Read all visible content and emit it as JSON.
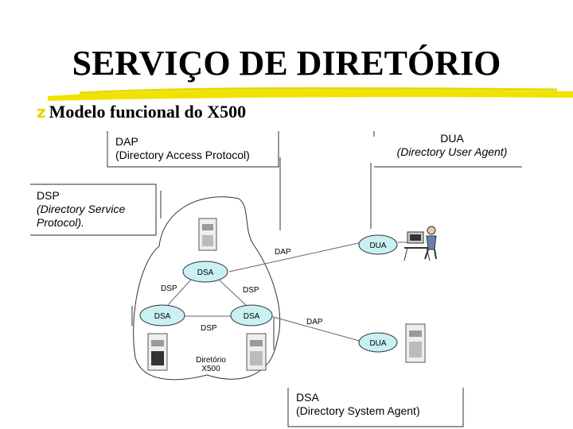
{
  "slide": {
    "title": "SERVIÇO DE DIRETÓRIO",
    "bullet": "Modelo funcional do X500"
  },
  "callouts": {
    "dap": {
      "name": "DAP",
      "full": "(Directory Access Protocol)"
    },
    "dsp": {
      "name": "DSP",
      "full_line1": "(Directory Service",
      "full_line2": "Protocol)."
    },
    "dua": {
      "name": "DUA",
      "full": "(Directory User Agent)"
    },
    "dsa": {
      "name": "DSA",
      "full": "(Directory System Agent)"
    }
  },
  "nodes": {
    "dsa_top": "DSA",
    "dsa_left": "DSA",
    "dsa_right": "DSA",
    "dua_top": "DUA",
    "dua_bottom": "DUA"
  },
  "link_labels": {
    "dap_upper": "DAP",
    "dap_lower": "DAP",
    "dsp_left": "DSP",
    "dsp_right": "DSP",
    "dsp_middle": "DSP"
  },
  "directory_label": {
    "line1": "Diretório",
    "line2": "X500"
  },
  "colors": {
    "node_fill": "#c9f1f3",
    "highlight": "#f2e200",
    "bullet": "#e8d400"
  }
}
